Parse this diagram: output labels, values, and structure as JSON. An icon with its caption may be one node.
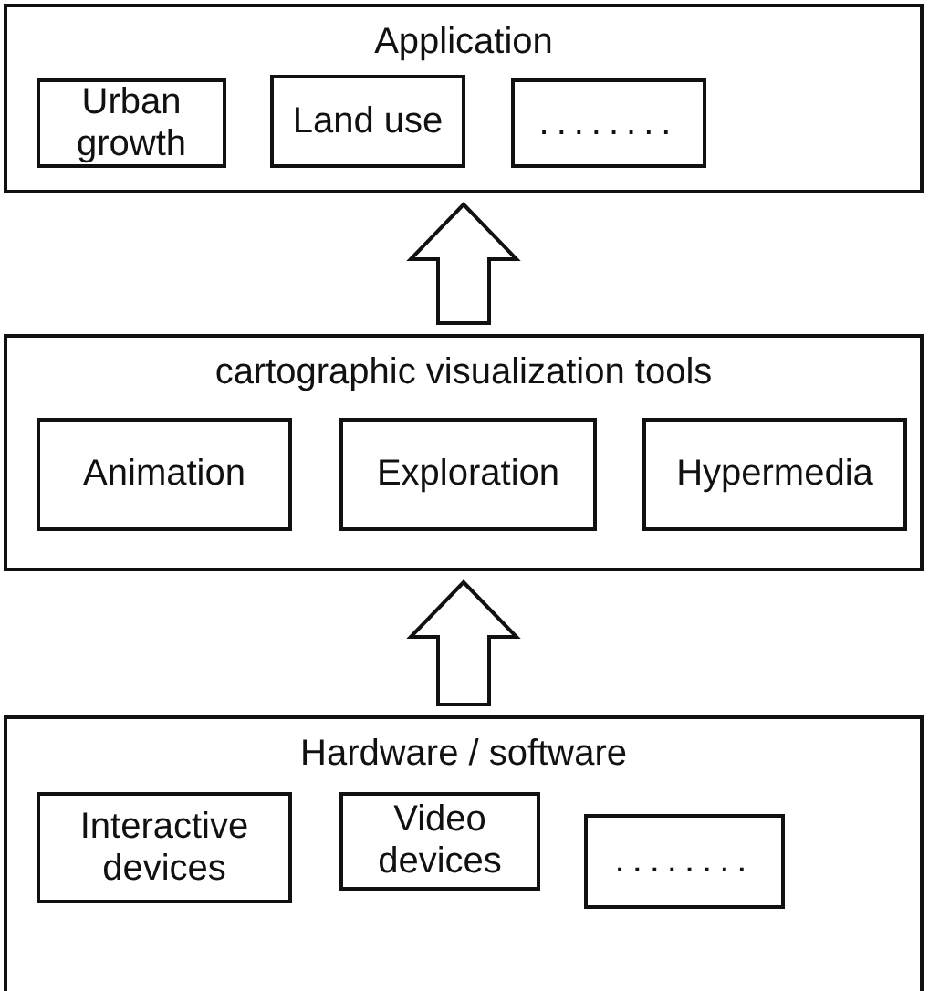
{
  "diagram": {
    "nodes": [
      {
        "text": [
          "Application"
        ]
      },
      {
        "text": [
          "Urban growth"
        ],
        "in": 0
      },
      {
        "text": [
          "Land use"
        ],
        "in": 0
      },
      {
        "text": [
          "........"
        ],
        "in": 0
      },
      {
        "text": [
          "cartographic visualization tools"
        ]
      },
      {
        "text": [
          "Animation"
        ],
        "in": 4
      },
      {
        "text": [
          "Exploration"
        ],
        "in": 4
      },
      {
        "text": [
          "Hypermedia"
        ],
        "in": 4
      },
      {
        "text": [
          "Hardware / software"
        ]
      },
      {
        "text": [
          "Interactive devices"
        ],
        "in": 8
      },
      {
        "text": [
          "Video devices"
        ],
        "in": 8
      },
      {
        "text": [
          "........"
        ],
        "in": 8
      }
    ],
    "edges": [
      {
        "from": 4,
        "to": 0,
        "arrow": "to"
      },
      {
        "from": 8,
        "to": 4,
        "arrow": "to"
      }
    ]
  }
}
